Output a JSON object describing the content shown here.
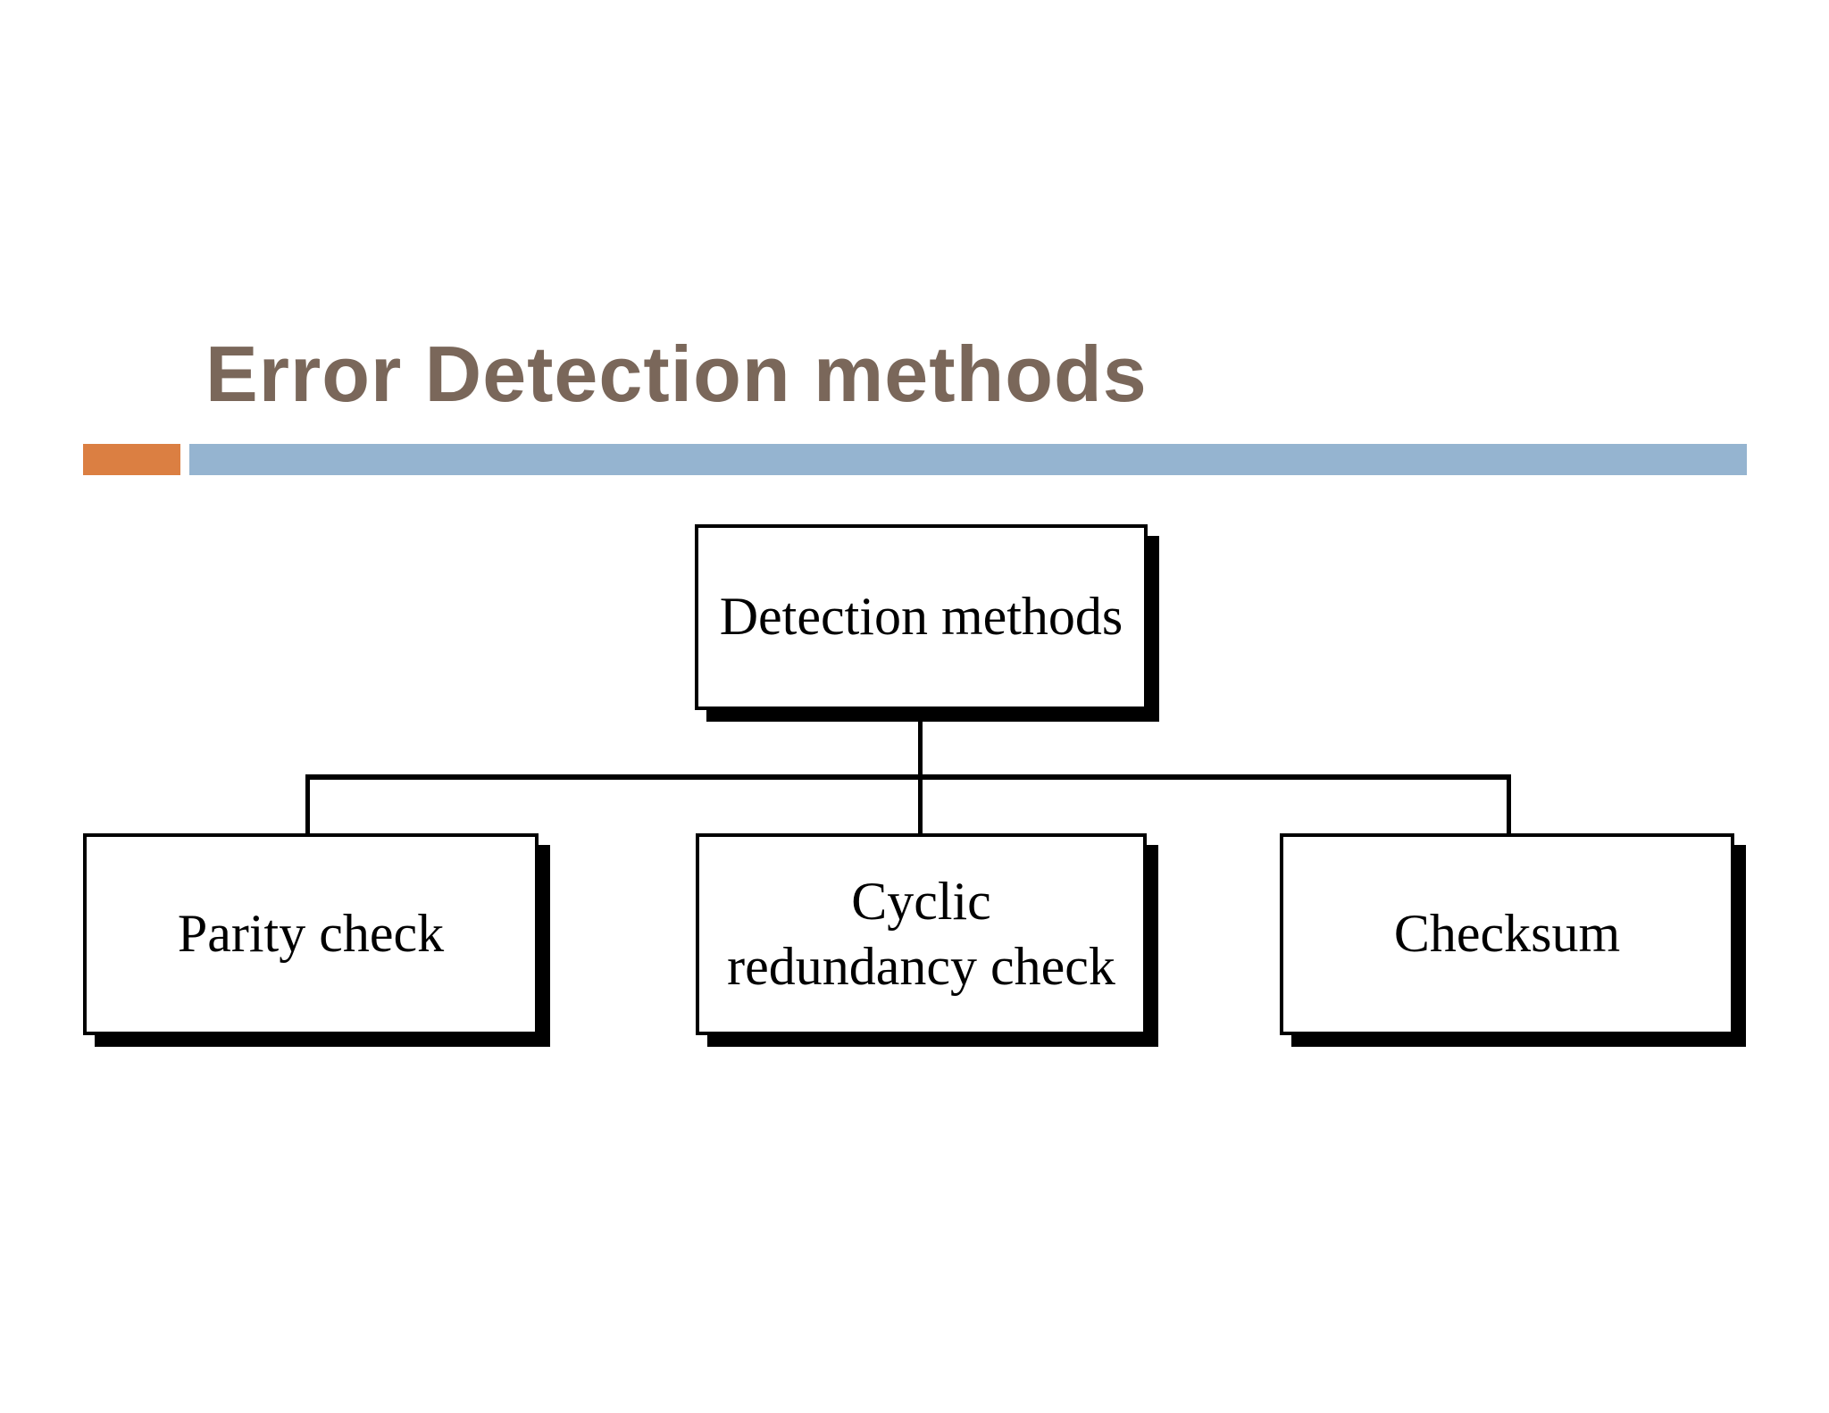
{
  "slide": {
    "title": "Error Detection methods"
  },
  "theme": {
    "title_color": "#7a675a",
    "accent_orange": "#db7f42",
    "accent_blue": "#95b4d0",
    "box_fill": "#ffffff",
    "box_border": "#000000",
    "box_shadow": "#000000",
    "connector_color": "#000000"
  },
  "diagram": {
    "type": "tree",
    "root": {
      "label": "Detection methods"
    },
    "children": [
      {
        "label": "Parity check",
        "lines": [
          "Parity check"
        ]
      },
      {
        "label": "Cyclic redundancy check",
        "lines": [
          "Cyclic",
          "redundancy check"
        ]
      },
      {
        "label": "Checksum",
        "lines": [
          "Checksum"
        ]
      }
    ]
  }
}
